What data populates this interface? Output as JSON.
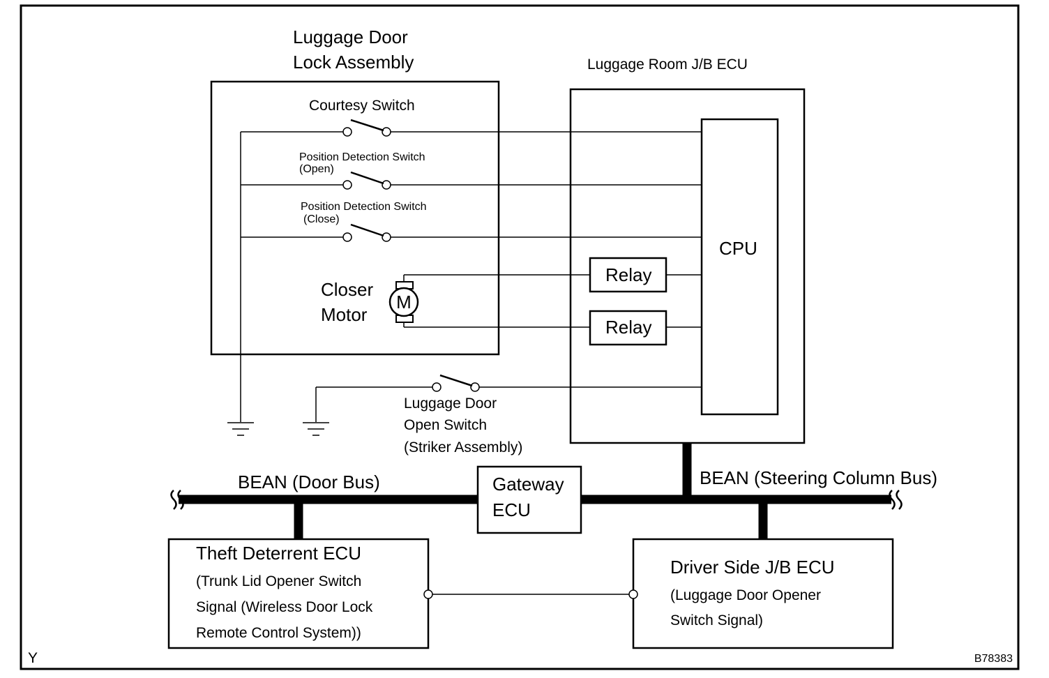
{
  "lock_assembly": {
    "title_line1": "Luggage Door",
    "title_line2": "Lock Assembly"
  },
  "jb_ecu": {
    "title": "Luggage Room J/B ECU",
    "cpu": "CPU",
    "relay1": "Relay",
    "relay2": "Relay"
  },
  "switches": {
    "courtesy": "Courtesy Switch",
    "pos_open_line1": "Position  Detection  Switch",
    "pos_open_line2": "(Open)",
    "pos_close_line1": "Position  Detection  Switch",
    "pos_close_line2": "(Close)"
  },
  "motor": {
    "line1": "Closer",
    "line2": "Motor",
    "symbol": "M"
  },
  "open_switch": {
    "line1": "Luggage Door",
    "line2": "Open Switch",
    "line3": "(Striker Assembly)"
  },
  "bus": {
    "door": "BEAN (Door Bus)",
    "steering": "BEAN (Steering Column Bus)"
  },
  "gateway": {
    "line1": "Gateway",
    "line2": "ECU"
  },
  "theft_ecu": {
    "line1": "Theft Deterrent ECU",
    "line2": "(Trunk  Lid  Opener  Switch",
    "line3": "Signal (Wireless Door Lock",
    "line4": "Remote Control System))"
  },
  "driver_ecu": {
    "line1": "Driver Side J/B ECU",
    "line2": "(Luggage Door Opener",
    "line3": "Switch Signal)"
  },
  "corner_left": "Y",
  "figure_id": "B78383"
}
